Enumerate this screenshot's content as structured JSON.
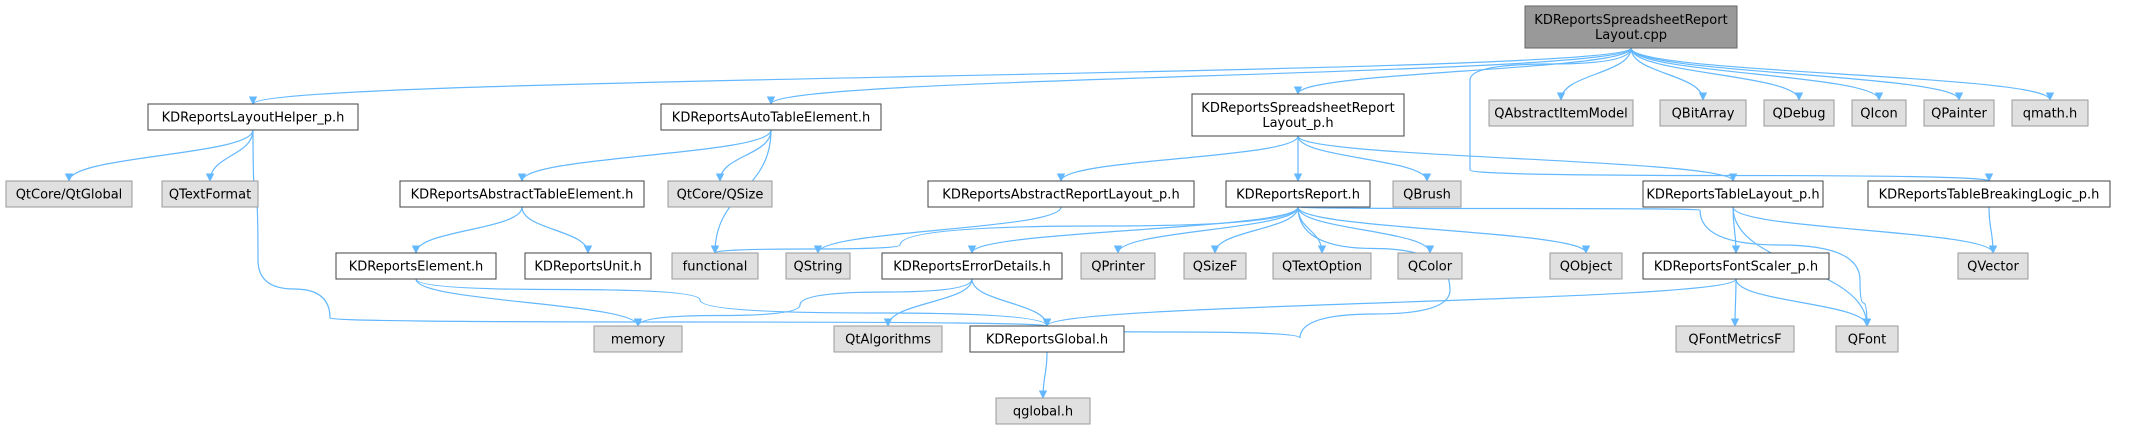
{
  "diagram": {
    "title": "",
    "colors": {
      "edge": "#63b8ff",
      "root_fill": "#999999",
      "root_stroke": "#666666",
      "internal_fill": "#ffffff",
      "internal_stroke": "#404040",
      "external_fill": "#e0e0e0",
      "external_stroke": "#999999"
    },
    "nodes": [
      {
        "id": "root",
        "kind": "root",
        "lines": [
          "KDReportsSpreadsheetReport",
          "Layout.cpp"
        ]
      },
      {
        "id": "layouthelper",
        "kind": "internal",
        "lines": [
          "KDReportsLayoutHelper_p.h"
        ]
      },
      {
        "id": "autotable",
        "kind": "internal",
        "lines": [
          "KDReportsAutoTableElement.h"
        ]
      },
      {
        "id": "sslayout",
        "kind": "internal",
        "lines": [
          "KDReportsSpreadsheetReport",
          "Layout_p.h"
        ]
      },
      {
        "id": "qabsitemmodel",
        "kind": "external",
        "lines": [
          "QAbstractItemModel"
        ]
      },
      {
        "id": "qbitarray",
        "kind": "external",
        "lines": [
          "QBitArray"
        ]
      },
      {
        "id": "qdebug",
        "kind": "external",
        "lines": [
          "QDebug"
        ]
      },
      {
        "id": "qicon",
        "kind": "external",
        "lines": [
          "QIcon"
        ]
      },
      {
        "id": "qpainter",
        "kind": "external",
        "lines": [
          "QPainter"
        ]
      },
      {
        "id": "qmath",
        "kind": "external",
        "lines": [
          "qmath.h"
        ]
      },
      {
        "id": "qtglobal",
        "kind": "external",
        "lines": [
          "QtCore/QtGlobal"
        ]
      },
      {
        "id": "qtextformat",
        "kind": "external",
        "lines": [
          "QTextFormat"
        ]
      },
      {
        "id": "abstracttable",
        "kind": "internal",
        "lines": [
          "KDReportsAbstractTableElement.h"
        ]
      },
      {
        "id": "qsize",
        "kind": "external",
        "lines": [
          "QtCore/QSize"
        ]
      },
      {
        "id": "abstractreportlayout",
        "kind": "internal",
        "lines": [
          "KDReportsAbstractReportLayout_p.h"
        ]
      },
      {
        "id": "report",
        "kind": "internal",
        "lines": [
          "KDReportsReport.h"
        ]
      },
      {
        "id": "qbrush",
        "kind": "external",
        "lines": [
          "QBrush"
        ]
      },
      {
        "id": "tablelayout",
        "kind": "internal",
        "lines": [
          "KDReportsTableLayout_p.h"
        ]
      },
      {
        "id": "breakinglogic",
        "kind": "internal",
        "lines": [
          "KDReportsTableBreakingLogic_p.h"
        ]
      },
      {
        "id": "element",
        "kind": "internal",
        "lines": [
          "KDReportsElement.h"
        ]
      },
      {
        "id": "unit",
        "kind": "internal",
        "lines": [
          "KDReportsUnit.h"
        ]
      },
      {
        "id": "functional",
        "kind": "external",
        "lines": [
          "functional"
        ]
      },
      {
        "id": "qstring",
        "kind": "external",
        "lines": [
          "QString"
        ]
      },
      {
        "id": "errordetails",
        "kind": "internal",
        "lines": [
          "KDReportsErrorDetails.h"
        ]
      },
      {
        "id": "qprinter",
        "kind": "external",
        "lines": [
          "QPrinter"
        ]
      },
      {
        "id": "qsizef",
        "kind": "external",
        "lines": [
          "QSizeF"
        ]
      },
      {
        "id": "qtextoption",
        "kind": "external",
        "lines": [
          "QTextOption"
        ]
      },
      {
        "id": "qcolor",
        "kind": "external",
        "lines": [
          "QColor"
        ]
      },
      {
        "id": "qobject",
        "kind": "external",
        "lines": [
          "QObject"
        ]
      },
      {
        "id": "fontscaler",
        "kind": "internal",
        "lines": [
          "KDReportsFontScaler_p.h"
        ]
      },
      {
        "id": "qvector",
        "kind": "external",
        "lines": [
          "QVector"
        ]
      },
      {
        "id": "memory",
        "kind": "external",
        "lines": [
          "memory"
        ]
      },
      {
        "id": "qtalgorithms",
        "kind": "external",
        "lines": [
          "QtAlgorithms"
        ]
      },
      {
        "id": "global",
        "kind": "internal",
        "lines": [
          "KDReportsGlobal.h"
        ]
      },
      {
        "id": "qfontmetricsf",
        "kind": "external",
        "lines": [
          "QFontMetricsF"
        ]
      },
      {
        "id": "qfont",
        "kind": "external",
        "lines": [
          "QFont"
        ]
      },
      {
        "id": "qglobal",
        "kind": "external",
        "lines": [
          "qglobal.h"
        ]
      }
    ],
    "edges": [
      {
        "from": "root",
        "to": "layouthelper"
      },
      {
        "from": "root",
        "to": "autotable"
      },
      {
        "from": "root",
        "to": "sslayout"
      },
      {
        "from": "root",
        "to": "qabsitemmodel"
      },
      {
        "from": "root",
        "to": "qbitarray"
      },
      {
        "from": "root",
        "to": "qdebug"
      },
      {
        "from": "root",
        "to": "qicon"
      },
      {
        "from": "root",
        "to": "qpainter"
      },
      {
        "from": "root",
        "to": "qmath"
      },
      {
        "from": "root",
        "to": "breakinglogic"
      },
      {
        "from": "layouthelper",
        "to": "qtglobal"
      },
      {
        "from": "layouthelper",
        "to": "qtextformat"
      },
      {
        "from": "layouthelper",
        "to": "global"
      },
      {
        "from": "autotable",
        "to": "abstracttable"
      },
      {
        "from": "autotable",
        "to": "qsize"
      },
      {
        "from": "autotable",
        "to": "functional"
      },
      {
        "from": "abstracttable",
        "to": "element"
      },
      {
        "from": "abstracttable",
        "to": "unit"
      },
      {
        "from": "element",
        "to": "memory"
      },
      {
        "from": "element",
        "to": "global"
      },
      {
        "from": "sslayout",
        "to": "abstractreportlayout"
      },
      {
        "from": "sslayout",
        "to": "report"
      },
      {
        "from": "sslayout",
        "to": "qbrush"
      },
      {
        "from": "sslayout",
        "to": "tablelayout"
      },
      {
        "from": "abstractreportlayout",
        "to": "qstring"
      },
      {
        "from": "report",
        "to": "functional"
      },
      {
        "from": "report",
        "to": "errordetails"
      },
      {
        "from": "report",
        "to": "qprinter"
      },
      {
        "from": "report",
        "to": "qsizef"
      },
      {
        "from": "report",
        "to": "qtextoption"
      },
      {
        "from": "report",
        "to": "qcolor"
      },
      {
        "from": "report",
        "to": "qobject"
      },
      {
        "from": "report",
        "to": "global"
      },
      {
        "from": "report",
        "to": "qfont"
      },
      {
        "from": "errordetails",
        "to": "memory"
      },
      {
        "from": "errordetails",
        "to": "qtalgorithms"
      },
      {
        "from": "errordetails",
        "to": "global"
      },
      {
        "from": "tablelayout",
        "to": "fontscaler"
      },
      {
        "from": "tablelayout",
        "to": "qfont"
      },
      {
        "from": "tablelayout",
        "to": "qvector"
      },
      {
        "from": "breakinglogic",
        "to": "qvector"
      },
      {
        "from": "fontscaler",
        "to": "global"
      },
      {
        "from": "fontscaler",
        "to": "qfontmetricsf"
      },
      {
        "from": "fontscaler",
        "to": "qfont"
      },
      {
        "from": "global",
        "to": "qglobal"
      }
    ]
  }
}
